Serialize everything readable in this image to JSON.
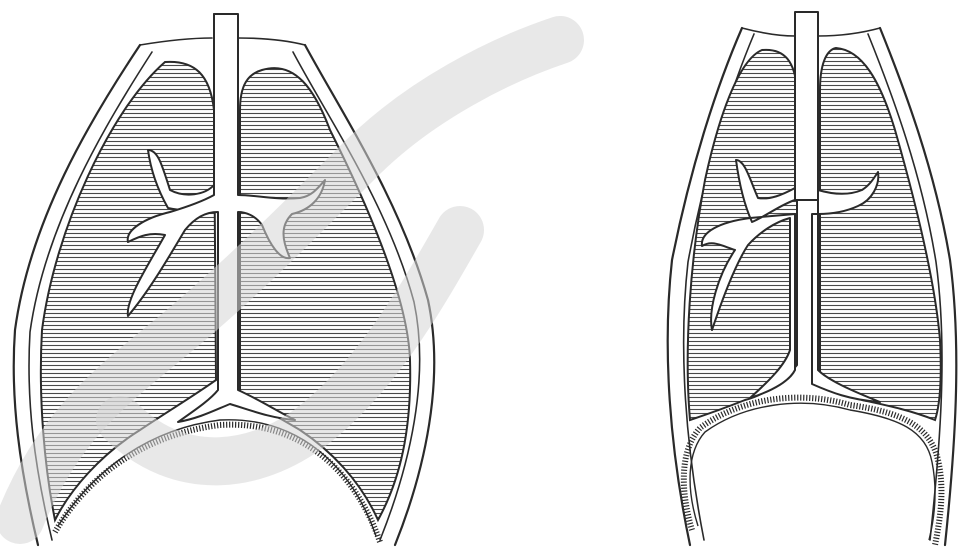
{
  "figure": {
    "panels": [
      {
        "id": "left",
        "state": "diaphragm-domed"
      },
      {
        "id": "right",
        "state": "diaphragm-flattened"
      }
    ],
    "watermark": {
      "present": true,
      "color": "#d6d6d6"
    },
    "colors": {
      "ink": "#2a2a2a",
      "background": "#ffffff",
      "hatch": "#4a4a4a"
    }
  }
}
